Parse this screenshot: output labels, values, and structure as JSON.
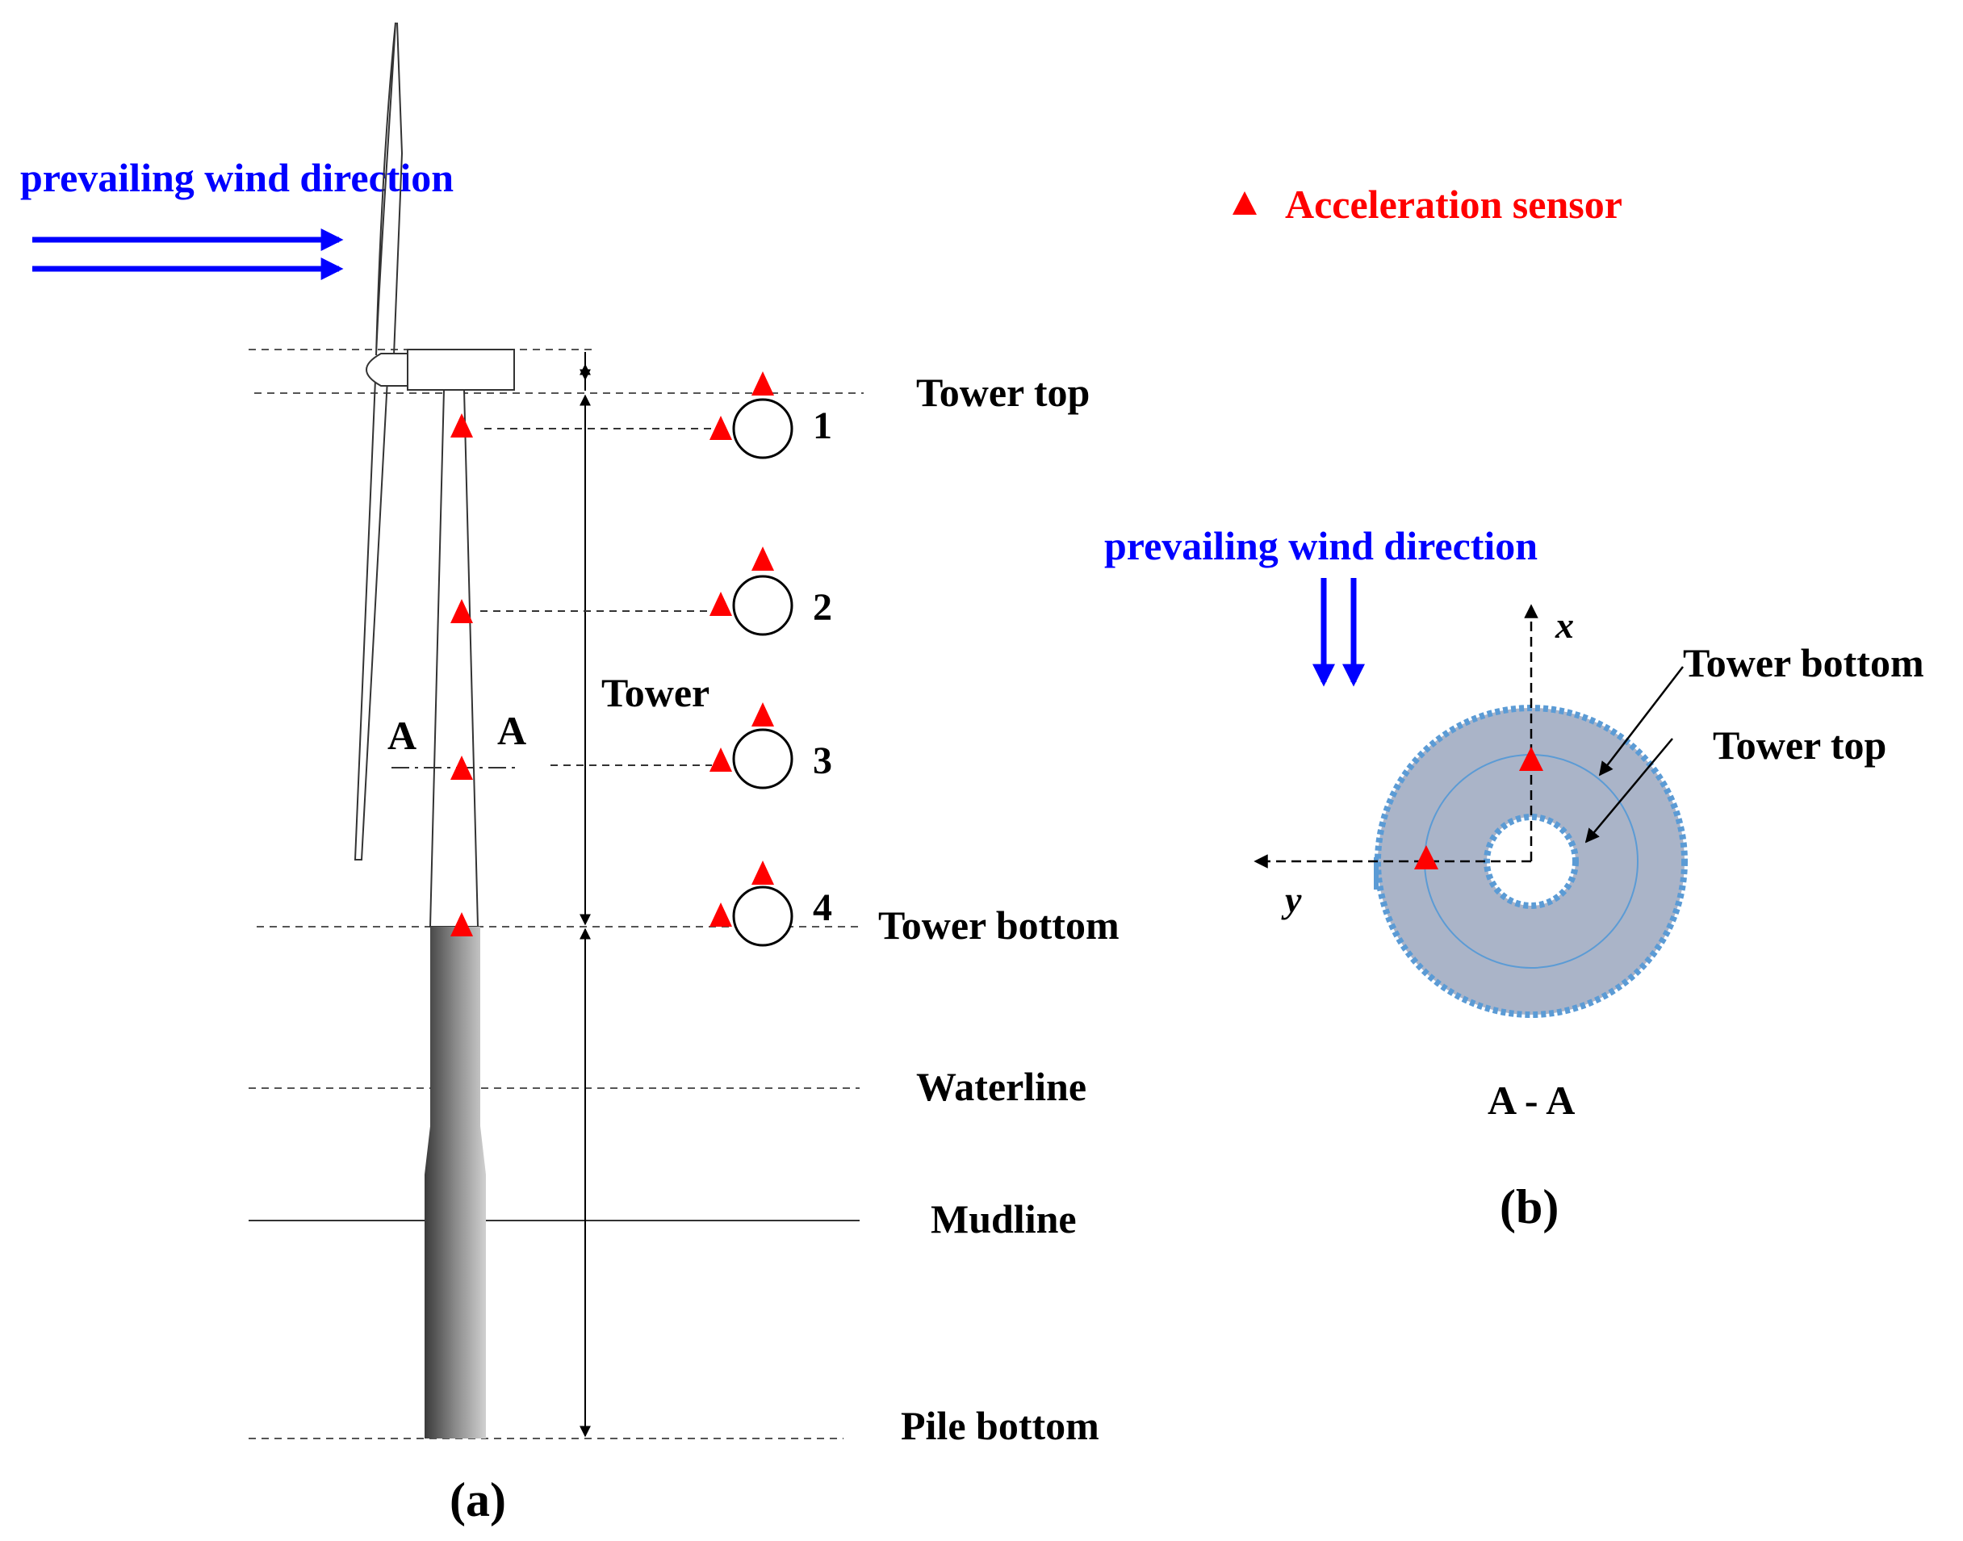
{
  "legend": {
    "label": "Acceleration  sensor",
    "marker_icon": "red-triangle-icon"
  },
  "panel_a": {
    "wind_label": "prevailing wind direction",
    "levels": {
      "tower_top": "Tower top",
      "tower_bottom": "Tower bottom",
      "waterline": "Waterline",
      "mudline": "Mudline",
      "pile_bottom": "Pile bottom"
    },
    "tower_label": "Tower",
    "section_marks": [
      "A",
      "A"
    ],
    "sensor_numbers": [
      "1",
      "2",
      "3",
      "4"
    ],
    "caption": "(a)"
  },
  "panel_b": {
    "wind_label": "prevailing wind direction",
    "axis_x": "x",
    "axis_y": "y",
    "outer_label": "Tower bottom",
    "inner_label": "Tower top",
    "section_title": "A - A",
    "caption": "(b)"
  },
  "colors": {
    "wind": "#0000ff",
    "sensor": "#ff0000",
    "section_fill": "#aab4c8",
    "section_edge": "#5b9bd5"
  }
}
